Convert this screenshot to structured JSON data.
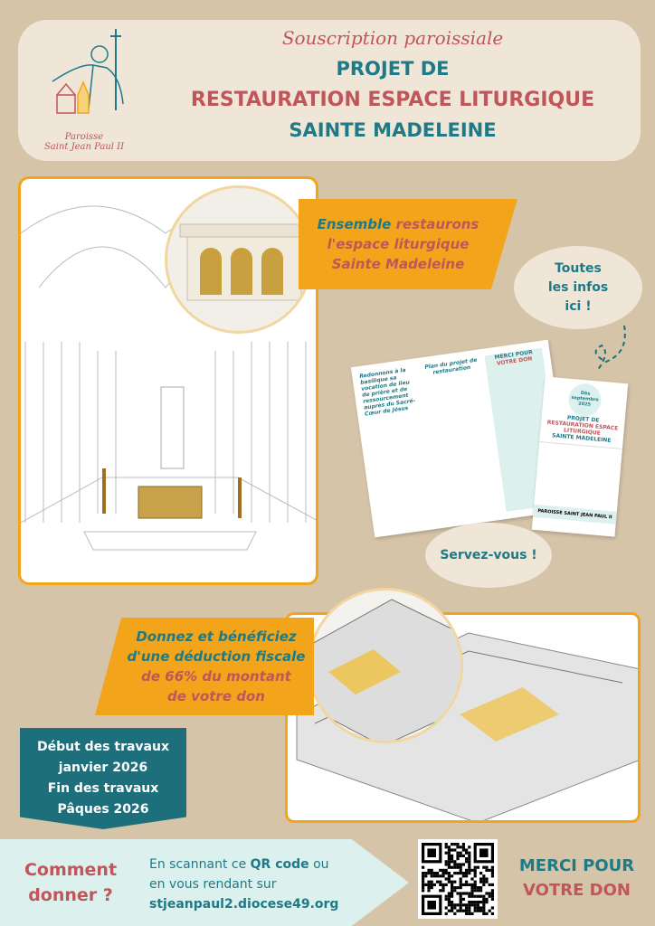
{
  "header": {
    "subtitle": "Souscription paroissiale",
    "line1": "PROJET DE",
    "line2": "RESTAURATION ESPACE LITURGIQUE",
    "line3": "SAINTE MADELEINE",
    "logo_text1": "Paroisse",
    "logo_text2": "Saint Jean Paul II"
  },
  "banner1": {
    "word1": "Ensemble",
    "rest1": "restaurons",
    "line2": "l'espace liturgique",
    "line3": "Sainte Madeleine"
  },
  "cloud_info": {
    "l1": "Toutes",
    "l2": "les infos",
    "l3": "ici !"
  },
  "cloud_serve": "Servez-vous !",
  "brochure": {
    "panel1_title": "Redonnons à la basilique sa vocation de lieu de prière et de ressourcement auprès du Sacré-Cœur de Jésus",
    "panel2_title": "Plan du projet de restauration",
    "panel3_title1": "MERCI POUR",
    "panel3_title2": "VOTRE DON",
    "cover_badge": "Dès septembre 2025",
    "cover_title1": "PROJET DE",
    "cover_title2": "RESTAURATION ESPACE LITURGIQUE",
    "cover_title3": "SAINTE MADELEINE",
    "cover_footer": "PAROISSE SAINT JEAN PAUL II"
  },
  "banner2": {
    "l1": "Donnez et bénéficiez",
    "l2": "d'une déduction fiscale",
    "l3": "de 66% du montant",
    "l4": "de votre don"
  },
  "dates": {
    "l1": "Début des travaux",
    "l2": "janvier 2026",
    "l3": "Fin des travaux",
    "l4": "Pâques 2026"
  },
  "bottom": {
    "how1": "Comment",
    "how2": "donner ?",
    "t1": "En scannant ce ",
    "t1b": "QR code",
    "t1c": " ou",
    "t2": "en vous rendant sur",
    "url": "stjeanpaul2.diocese49.org"
  },
  "merci": {
    "l1": "MERCI POUR",
    "l2": "VOTRE DON"
  },
  "colors": {
    "teal": "#1e7a86",
    "red": "#c0555a",
    "orange": "#f2a51a",
    "bg": "#d6c4a8"
  }
}
